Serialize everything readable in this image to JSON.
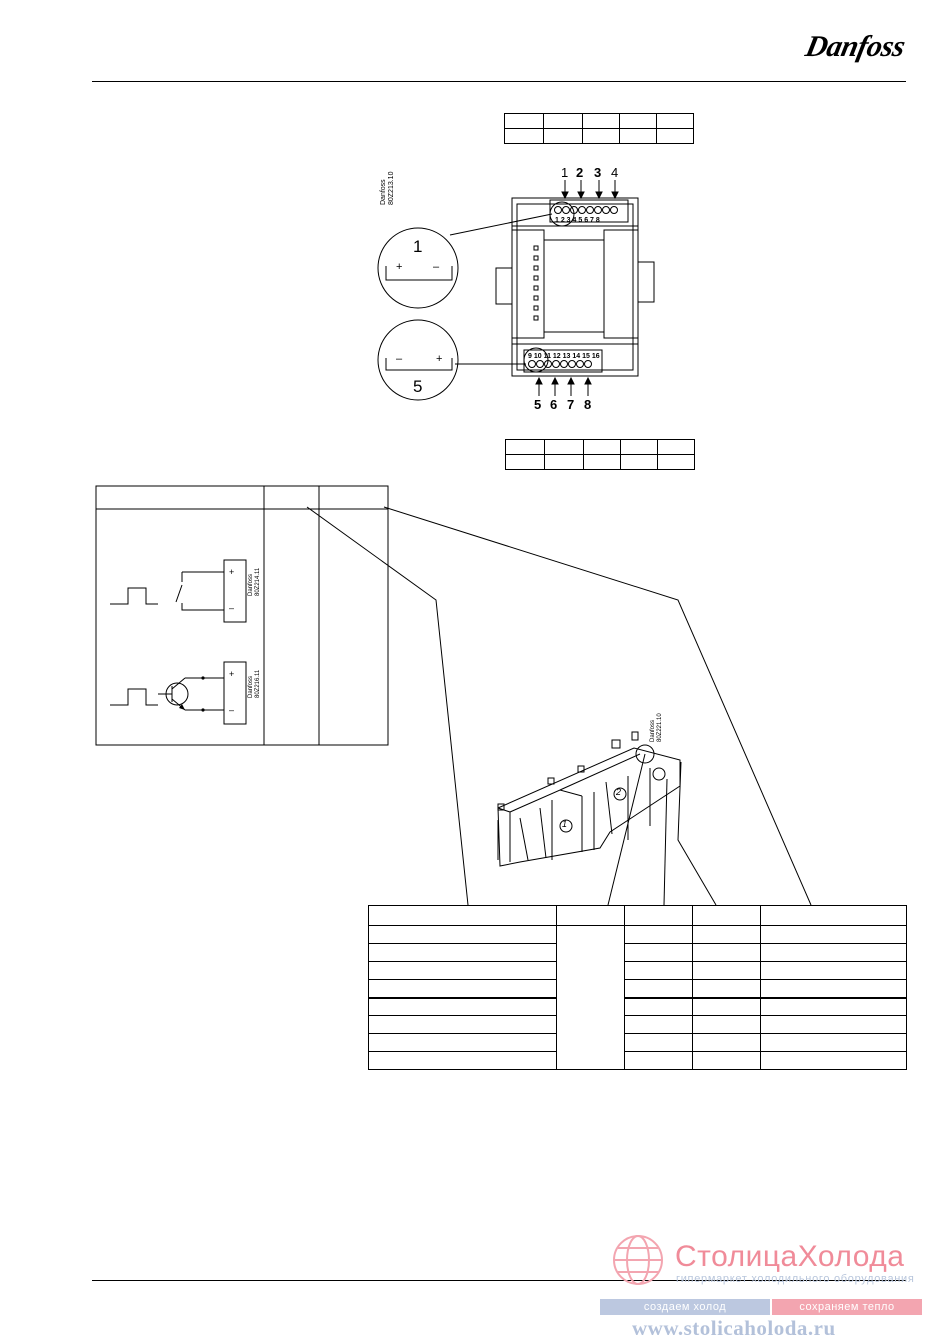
{
  "header": {
    "brand": "Danfoss"
  },
  "top_module": {
    "marker": "Danfoss\n80Z213.10",
    "top_callouts": [
      "1",
      "2",
      "3",
      "4"
    ],
    "bottom_callouts": [
      "5",
      "6",
      "7",
      "8"
    ],
    "top_terminals": [
      "1",
      "2",
      "3",
      "4",
      "5",
      "6",
      "7",
      "8"
    ],
    "bottom_terminals": [
      "9",
      "10",
      "11",
      "12",
      "13",
      "14",
      "15",
      "16"
    ],
    "detail_top": {
      "number": "1",
      "left_sign": "+",
      "right_sign": "–"
    },
    "detail_bottom": {
      "number": "5",
      "left_sign": "–",
      "right_sign": "+"
    }
  },
  "wiring": {
    "marker_a": "Danfoss\n80Z214.11",
    "marker_b": "Danfoss\n80Z216.11",
    "plus": "+",
    "minus": "–"
  },
  "module_3d": {
    "marker": "Danfoss\n80Z221.10",
    "badge_1": "1",
    "badge_2": "2"
  },
  "watermark": {
    "title": "СтолицаХолода",
    "subtitle": "гипермаркет холодильного оборудования",
    "pill_left": "создаем холод",
    "pill_right": "сохраняем тепло",
    "url": "www.stolicaholoda.ru"
  },
  "colors": {
    "watermark_red": "#f08b99",
    "watermark_blue": "#b3c1da"
  }
}
